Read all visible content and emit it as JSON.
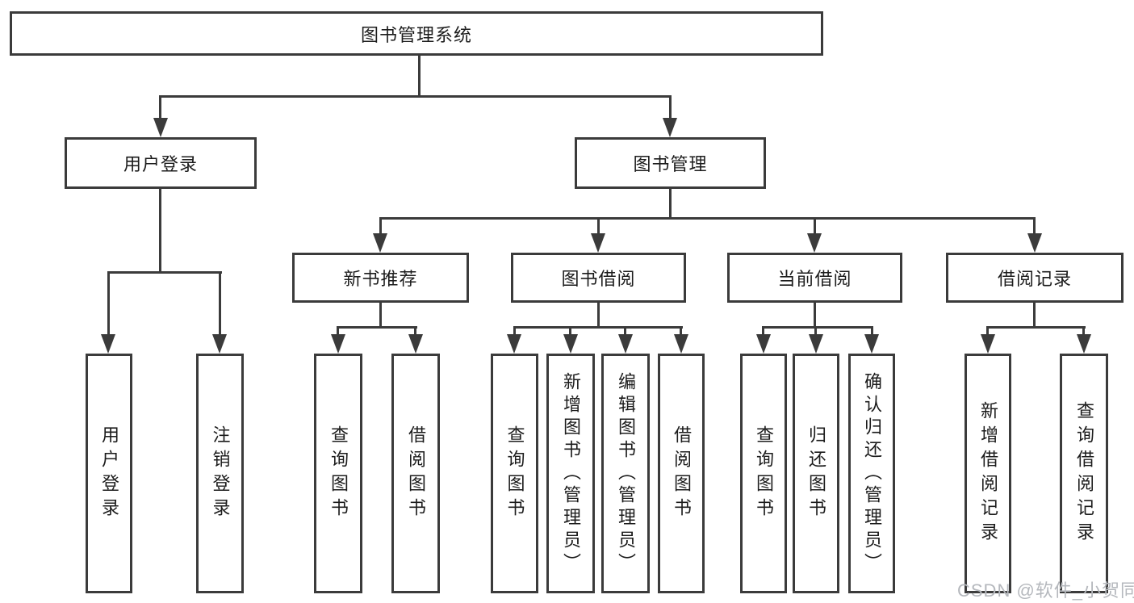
{
  "diagram_title": "图书管理系统",
  "colors": {
    "line": "#3b3b3b",
    "box_border": "#3b3b3b",
    "text": "#1c1c1c",
    "background": "#ffffff",
    "watermark": "#b5b8bd"
  },
  "nodes": {
    "root": "图书管理系统",
    "user_login": "用户登录",
    "book_management": "图书管理",
    "new_book_recommend": "新书推荐",
    "book_borrowing": "图书借阅",
    "current_borrowing": "当前借阅",
    "borrowing_records": "借阅记录",
    "leaf_user_login": "用户登录",
    "leaf_logout": "注销登录",
    "leaf_nb_query_books": "查询图书",
    "leaf_nb_borrow_books": "借阅图书",
    "leaf_bb_query_books": "查询图书",
    "leaf_bb_add_books_admin": "新增图书（管理员）",
    "leaf_bb_edit_books_admin": "编辑图书（管理员）",
    "leaf_bb_borrow_books": "借阅图书",
    "leaf_cb_query_books": "查询图书",
    "leaf_cb_return_books": "归还图书",
    "leaf_cb_confirm_return_admin": "确认归还（管理员）",
    "leaf_br_add_record": "新增借阅记录",
    "leaf_br_query_record": "查询借阅记录"
  },
  "watermark": "CSDN @软件_小贺同学"
}
